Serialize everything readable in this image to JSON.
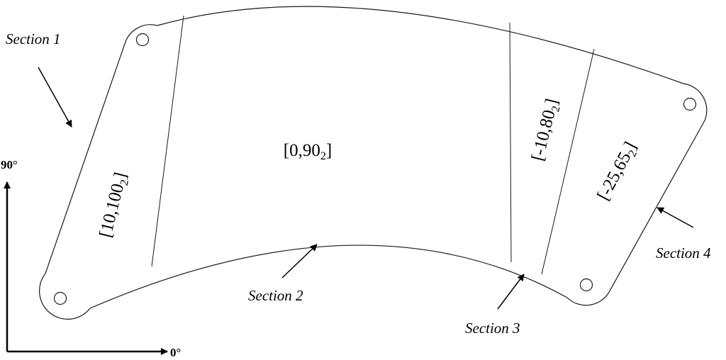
{
  "sections": {
    "s1": "Section 1",
    "s2": "Section 2",
    "s3": "Section 3",
    "s4": "Section 4"
  },
  "layups": {
    "s1": {
      "base": "[10,100",
      "sub": "2",
      "end": "]"
    },
    "s2": {
      "base": "[0,90",
      "sub": "2",
      "end": "]"
    },
    "s3": {
      "base": "[-10,80",
      "sub": "2",
      "end": "]"
    },
    "s4": {
      "base": "[-25,65",
      "sub": "2",
      "end": "]"
    }
  },
  "axes": {
    "vertical": "90°",
    "horizontal": "0°"
  }
}
